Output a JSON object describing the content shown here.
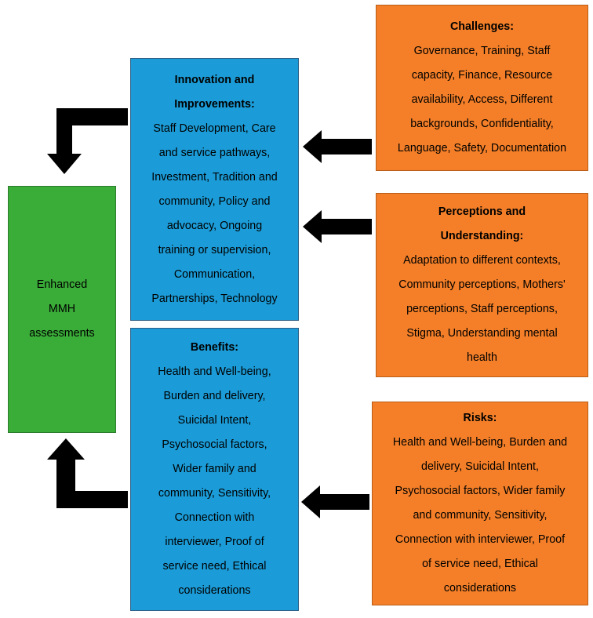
{
  "enhanced": {
    "text": "Enhanced\nMMH\nassessments"
  },
  "innovation": {
    "title": "Innovation and\nImprovements:",
    "body": "Staff Development, Care\nand service pathways,\nInvestment, Tradition and\ncommunity, Policy and\nadvocacy, Ongoing\ntraining or supervision,\nCommunication,\nPartnerships, Technology"
  },
  "benefits": {
    "title": "Benefits:",
    "body": "Health and Well-being,\nBurden and delivery,\nSuicidal Intent,\nPsychosocial factors,\nWider family and\ncommunity, Sensitivity,\nConnection with\ninterviewer, Proof of\nservice need, Ethical\nconsiderations"
  },
  "challenges": {
    "title": "Challenges:",
    "body": "Governance, Training, Staff\ncapacity, Finance, Resource\navailability, Access, Different\nbackgrounds, Confidentiality,\nLanguage, Safety, Documentation"
  },
  "perceptions": {
    "title": "Perceptions and\nUnderstanding:",
    "body": "Adaptation to different contexts,\nCommunity perceptions, Mothers'\nperceptions, Staff perceptions,\nStigma, Understanding mental\nhealth"
  },
  "risks": {
    "title": "Risks:",
    "body": "Health and Well-being, Burden and\ndelivery, Suicidal Intent,\nPsychosocial factors, Wider family\nand community, Sensitivity,\nConnection with interviewer, Proof\nof service need, Ethical\nconsiderations"
  },
  "colors": {
    "blue": "#1b9cd8",
    "orange": "#f47f28",
    "green": "#3aac38",
    "arrow": "#000000"
  }
}
